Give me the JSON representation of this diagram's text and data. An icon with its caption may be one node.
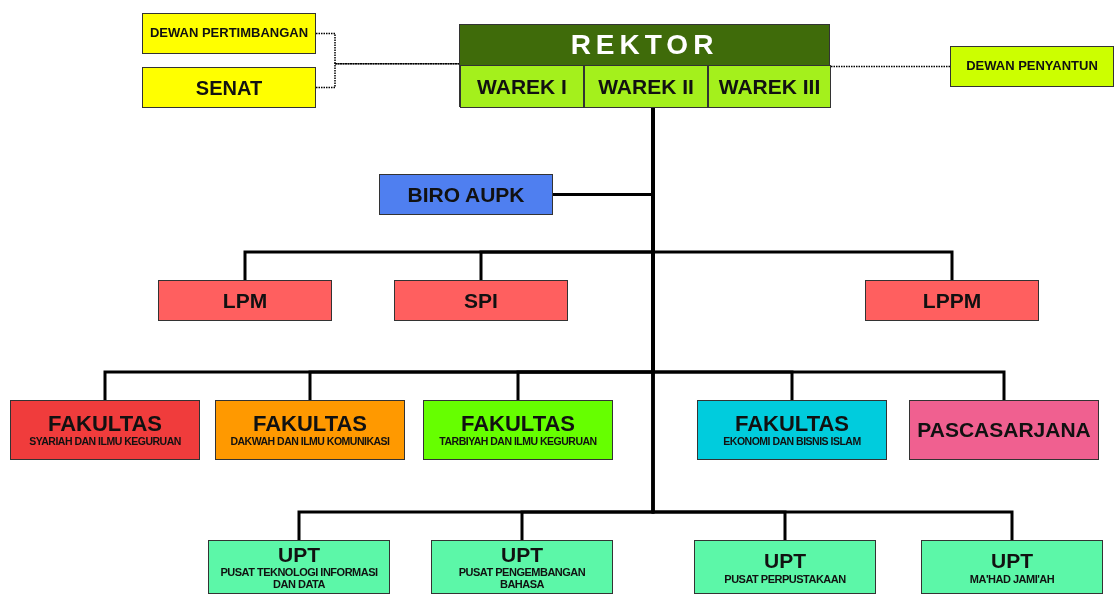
{
  "diagram": {
    "nodes": [
      {
        "text": [
          "DEWAN PERTIMBANGAN"
        ]
      },
      {
        "text": [
          "SENAT"
        ]
      },
      {
        "text": [
          "REKTOR"
        ]
      },
      {
        "text": [
          "WAREK I"
        ],
        "in": 2
      },
      {
        "text": [
          "WAREK II"
        ],
        "in": 2
      },
      {
        "text": [
          "WAREK III"
        ],
        "in": 2
      },
      {
        "text": [
          "DEWAN PENYANTUN"
        ]
      },
      {
        "text": [
          "BIRO AUPK"
        ]
      },
      {
        "text": [
          "LPM"
        ]
      },
      {
        "text": [
          "SPI"
        ]
      },
      {
        "text": [
          "LPPM"
        ]
      },
      {
        "text": [
          "FAKULTAS",
          "SYARIAH DAN ILMU KEGURUAN"
        ]
      },
      {
        "text": [
          "FAKULTAS",
          "DAKWAH DAN ILMU KOMUNIKASI"
        ]
      },
      {
        "text": [
          "FAKULTAS",
          "TARBIYAH DAN ILMU KEGURUAN"
        ]
      },
      {
        "text": [
          "FAKULTAS",
          "EKONOMI DAN BISNIS ISLAM"
        ]
      },
      {
        "text": [
          "PASCASARJANA"
        ]
      },
      {
        "text": [
          "UPT",
          "PUSAT TEKNOLOGI INFORMASI DAN DATA"
        ]
      },
      {
        "text": [
          "UPT",
          "PUSAT PENGEMBANGAN BAHASA"
        ]
      },
      {
        "text": [
          "UPT",
          "PUSAT PERPUSTAKAAN"
        ]
      },
      {
        "text": [
          "UPT",
          "MA'HAD JAMI'AH"
        ]
      }
    ],
    "edges": [
      {
        "from": 0,
        "to": 2,
        "arrow": "none",
        "style": "dashed"
      },
      {
        "from": 1,
        "to": 2,
        "arrow": "none",
        "style": "dashed"
      },
      {
        "from": 6,
        "to": 2,
        "arrow": "none",
        "style": "dashed"
      },
      {
        "from": 2,
        "to": 7,
        "arrow": "none"
      },
      {
        "from": 2,
        "to": 8,
        "arrow": "none"
      },
      {
        "from": 2,
        "to": 9,
        "arrow": "none"
      },
      {
        "from": 2,
        "to": 10,
        "arrow": "none"
      },
      {
        "from": 2,
        "to": 11,
        "arrow": "none"
      },
      {
        "from": 2,
        "to": 12,
        "arrow": "none"
      },
      {
        "from": 2,
        "to": 13,
        "arrow": "none"
      },
      {
        "from": 2,
        "to": 14,
        "arrow": "none"
      },
      {
        "from": 2,
        "to": 15,
        "arrow": "none"
      },
      {
        "from": 2,
        "to": 16,
        "arrow": "none"
      },
      {
        "from": 2,
        "to": 17,
        "arrow": "none"
      },
      {
        "from": 2,
        "to": 18,
        "arrow": "none"
      },
      {
        "from": 2,
        "to": 19,
        "arrow": "none"
      }
    ]
  }
}
